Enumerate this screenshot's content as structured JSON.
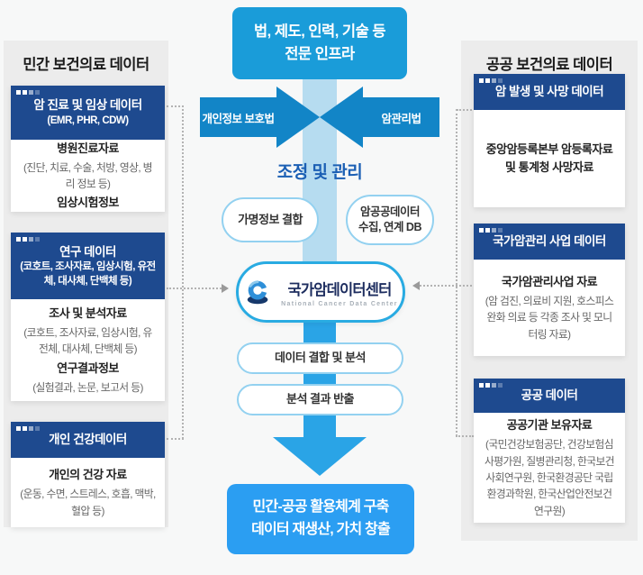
{
  "colors": {
    "navy_header": "#1e4a8f",
    "infra_blue": "#1a9cd9",
    "law_arrow_blue": "#1285c7",
    "shaft_light_blue": "#b6dcf0",
    "shaft_dark_blue": "#2aa4e6",
    "outcome_blue": "#2b9ef2",
    "coordination_text_blue": "#1b5fb4",
    "pill_border_blue": "#93d1f0",
    "hub_border_blue": "#29abe2",
    "panel_gray": "#ececec"
  },
  "left": {
    "title": "민간 보건의료 데이터",
    "boxes": [
      {
        "header": "암 진료 및 임상 데이터",
        "header_sub": "(EMR, PHR, CDW)",
        "item1": "병원진료자료",
        "note1": "(진단, 치료, 수술, 처방, 영상, 병리 정보 등)",
        "item2": "임상시험정보"
      },
      {
        "header": "연구 데이터",
        "header_sub": "(코호트, 조사자료, 임상시험, 유전체, 대사체, 단백체 등)",
        "item1": "조사 및 분석자료",
        "note1": "(코호트, 조사자료, 임상시험, 유전체, 대사체, 단백체 등)",
        "item2": "연구결과정보",
        "note2": "(실험결과, 논문, 보고서 등)"
      },
      {
        "header": "개인 건강데이터",
        "item1": "개인의 건강 자료",
        "note1": "(운동, 수면, 스트레스, 호흡, 맥박, 혈압 등)"
      }
    ]
  },
  "right": {
    "title": "공공 보건의료 데이터",
    "boxes": [
      {
        "header": "암 발생 및 사망 데이터",
        "item1": "중앙암등록본부 암등록자료 및 통계청 사망자료"
      },
      {
        "header": "국가암관리 사업 데이터",
        "item1": "국가암관리사업 자료",
        "note1": "(암 검진, 의료비 지원, 호스피스 완화 의료 등 각종 조사 및 모니터링 자료)"
      },
      {
        "header": "공공 데이터",
        "item1": "공공기관 보유자료",
        "note1": "(국민건강보험공단, 건강보험심사평가원, 질병관리청, 한국보건사회연구원, 한국환경공단 국립환경과학원, 한국산업안전보건연구원)"
      }
    ]
  },
  "center": {
    "infra_line1": "법, 제도, 인력, 기술 등",
    "infra_line2": "전문 인프라",
    "law_left": "개인정보 보호법",
    "law_right": "암관리법",
    "coordination": "조정 및 관리",
    "pill_pseudonym": "가명정보 결합",
    "pill_collect_line1": "암공공데이터",
    "pill_collect_line2": "수집, 연계 DB",
    "hub_name": "국가암데이터센터",
    "hub_subtitle": "National Cancer Data Center",
    "pill_analysis": "데이터 결합 및 분석",
    "pill_export": "분석 결과 반출",
    "outcome_line1": "민간-공공 활용체계 구축",
    "outcome_line2": "데이터 재생산, 가치 창출"
  }
}
